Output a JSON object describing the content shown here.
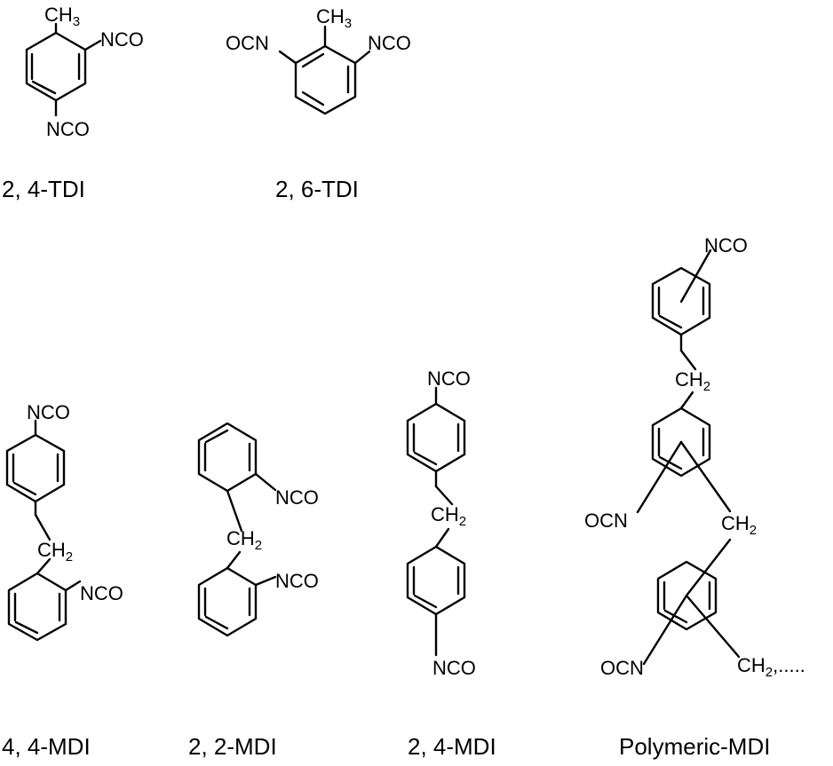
{
  "labels": {
    "nco": "NCO",
    "ocn": "OCN",
    "ch": "CH",
    "two": "2",
    "three": "3",
    "dots": ",....."
  },
  "compounds": [
    {
      "id": "tdi-24",
      "name": "2, 4-TDI"
    },
    {
      "id": "tdi-26",
      "name": "2, 6-TDI"
    },
    {
      "id": "mdi-44",
      "name": "4, 4-MDI"
    },
    {
      "id": "mdi-22",
      "name": "2, 2-MDI"
    },
    {
      "id": "mdi-24",
      "name": "2, 4-MDI"
    },
    {
      "id": "pmdi",
      "name": "Polymeric-MDI"
    }
  ]
}
